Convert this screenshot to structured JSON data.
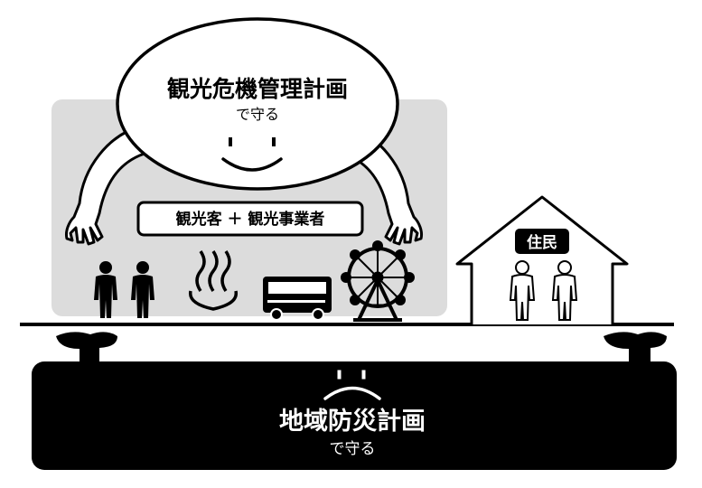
{
  "tourism_plan": {
    "title": "観光危機管理計画",
    "subtitle": "で守る"
  },
  "tourists_label": "観光客 ＋ 観光事業者",
  "residents_label": "住民",
  "disaster_plan": {
    "title": "地域防災計画",
    "subtitle": "で守る"
  },
  "icons": [
    "person-icon",
    "person-icon",
    "onsen-icon",
    "bus-icon",
    "ferris-wheel-icon",
    "house-icon",
    "person-outline-icon",
    "person-outline-icon"
  ],
  "colors": {
    "protected_zone": "#dcdcdc",
    "ink": "#000000",
    "paper": "#ffffff"
  }
}
